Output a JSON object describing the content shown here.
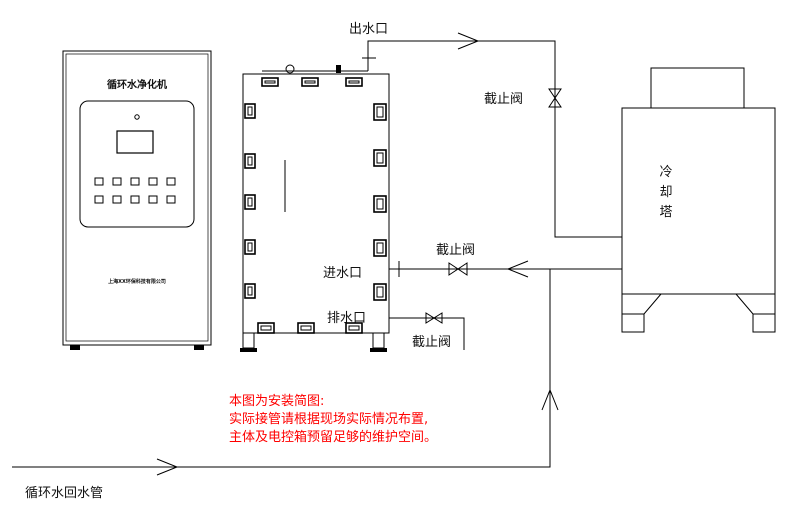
{
  "cabinet": {
    "title": "循环水净化机",
    "company": "上海XX环保科技有限公司"
  },
  "labels": {
    "outlet": "出水口",
    "inlet": "进水口",
    "drain": "排水口",
    "valve_top": "截止阀",
    "valve_inlet": "截止阀",
    "valve_drain": "截止阀",
    "return_pipe": "循环水回水管"
  },
  "tower": {
    "chars": [
      "冷",
      "却",
      "塔"
    ]
  },
  "note": {
    "lines": [
      "本图为安装简图:",
      "实际接管请根据现场实际情况布置,",
      "主体及电控箱预留足够的维护空间。"
    ],
    "color": "#ff0000"
  },
  "colors": {
    "line": "#000000",
    "note": "#ff0000"
  }
}
